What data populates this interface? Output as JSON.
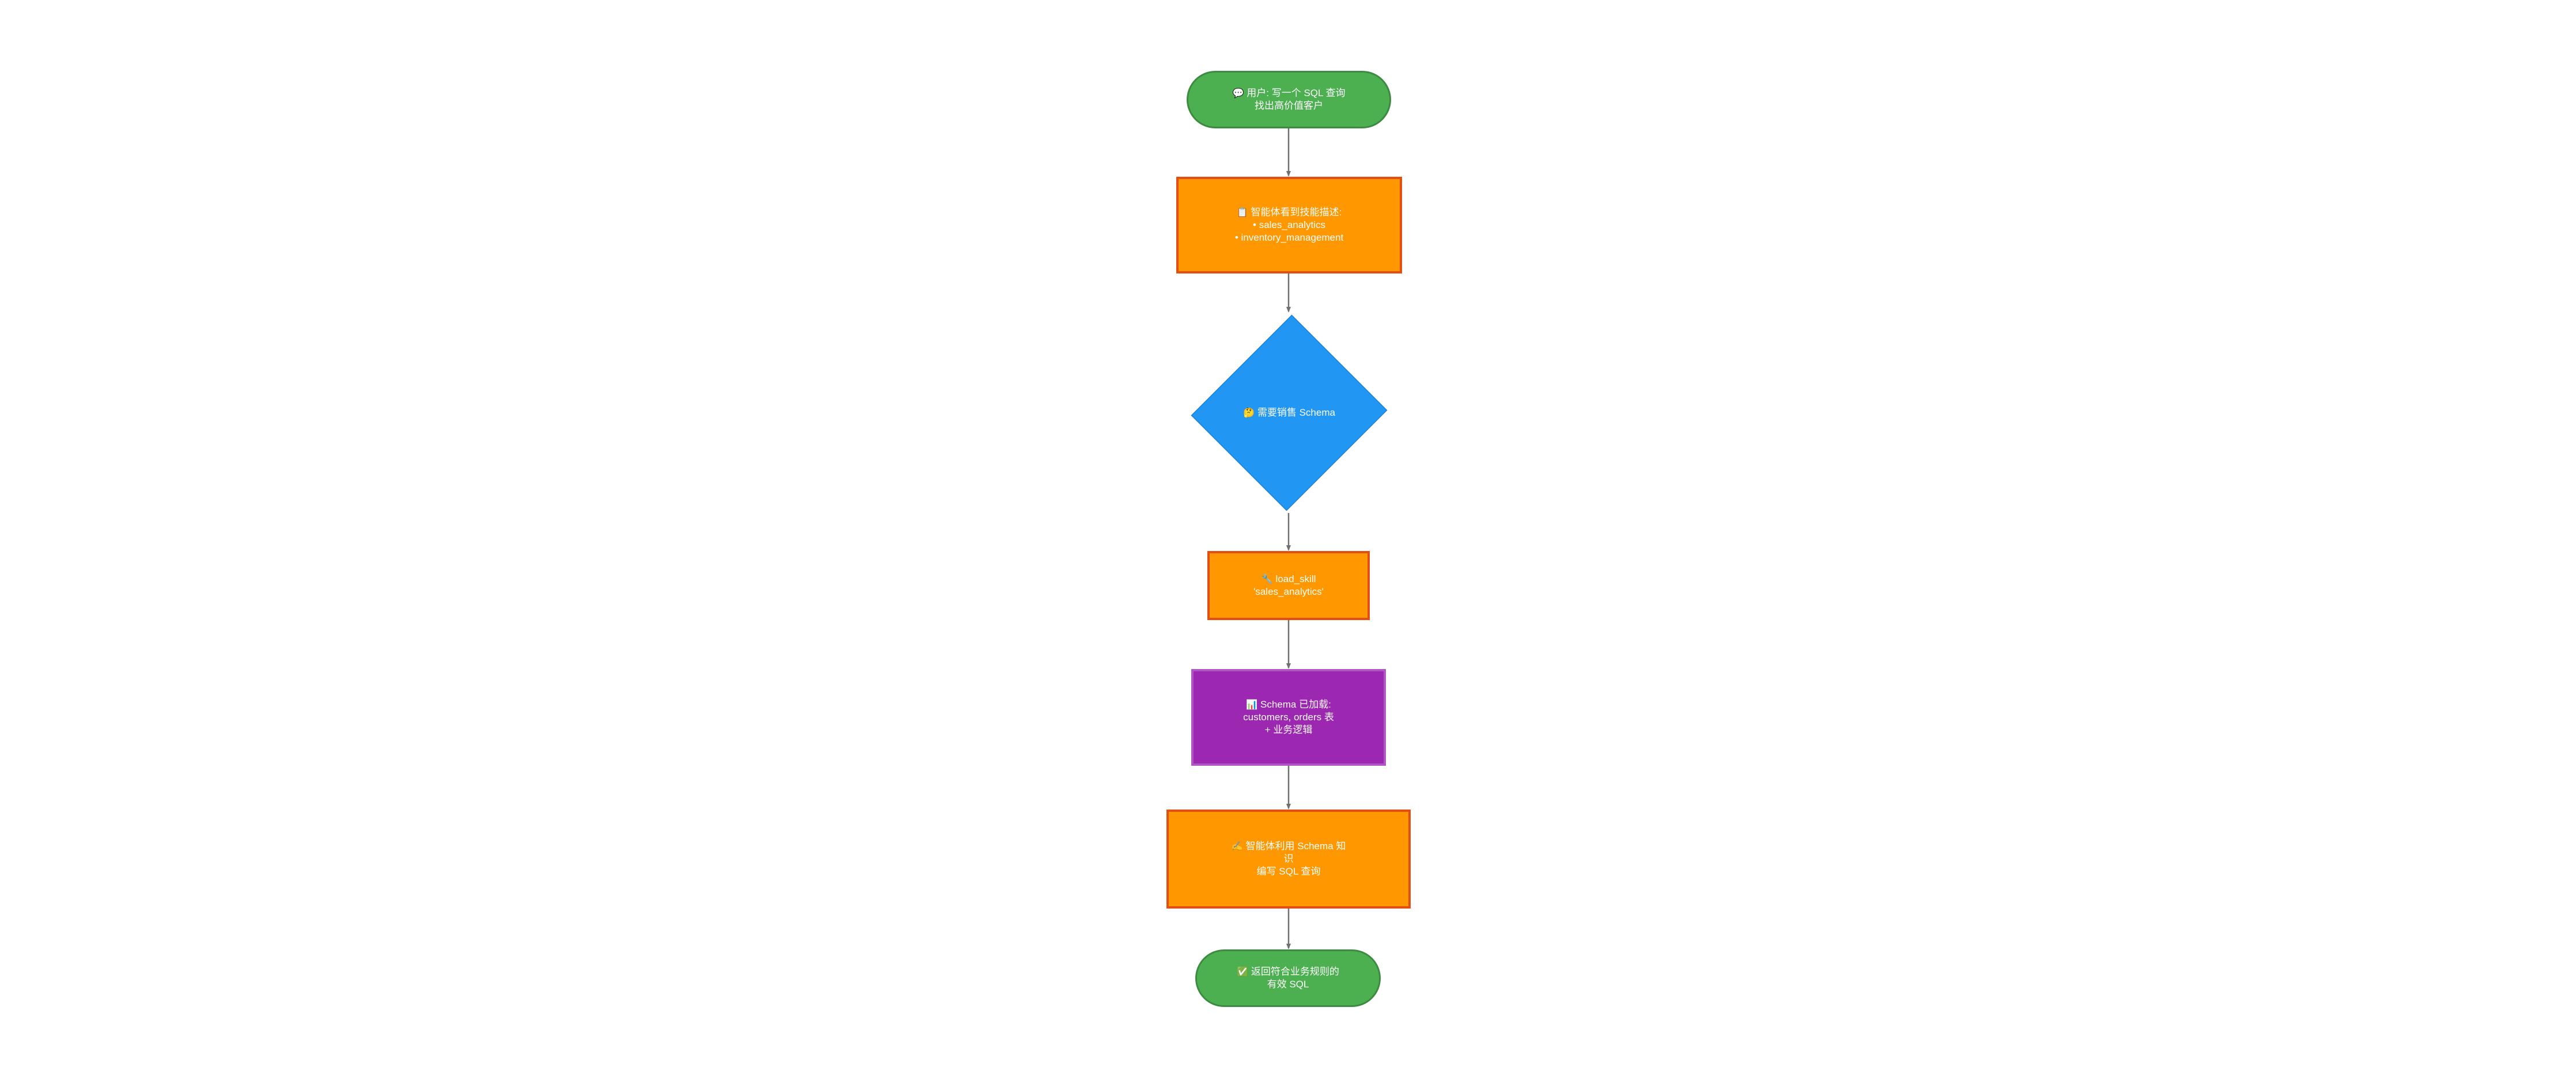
{
  "diagram": {
    "type": "flowchart",
    "orientation": "top-to-bottom",
    "background_color": "#ffffff",
    "edge_color": "#707070"
  },
  "nodes": {
    "user_request": {
      "id": "A",
      "shape": "stadium",
      "icon": "speech-balloon-icon",
      "icon_glyph": "💬",
      "text": "用户: 写一个 SQL 查询\n找出高价值客户",
      "fill": "#4caf50",
      "stroke": "#3d8b40",
      "text_color": "#ffffff"
    },
    "agent_sees_skills": {
      "id": "B",
      "shape": "rect",
      "icon": "clipboard-icon",
      "icon_glyph": "📋",
      "text": "智能体看到技能描述:\n• sales_analytics\n• inventory_management",
      "fill": "#ff9800",
      "stroke": "#e34f10",
      "text_color": "#ffffff"
    },
    "decision_need_schema": {
      "id": "C",
      "shape": "diamond",
      "icon": "thinking-face-icon",
      "icon_glyph": "🤔",
      "text": "需要销售 Schema",
      "fill": "#2196f3",
      "stroke": "#1a7fd4",
      "text_color": "#ffffff"
    },
    "load_skill": {
      "id": "D",
      "shape": "rect",
      "icon": "wrench-icon",
      "icon_glyph": "🔧",
      "text": "load_skill\n'sales_analytics'",
      "fill": "#ff9800",
      "stroke": "#e34f10",
      "text_color": "#ffffff"
    },
    "schema_loaded": {
      "id": "E",
      "shape": "rect",
      "icon": "bar-chart-icon",
      "icon_glyph": "📊",
      "text": "Schema 已加载:\ncustomers, orders 表\n+ 业务逻辑",
      "fill": "#9c27b0",
      "stroke": "#b055c4",
      "text_color": "#ffffff"
    },
    "agent_writes_sql": {
      "id": "F",
      "shape": "rect",
      "icon": "writing-hand-icon",
      "icon_glyph": "✍️",
      "text": "智能体利用 Schema 知\n识\n编写 SQL 查询",
      "fill": "#ff9800",
      "stroke": "#e34f10",
      "text_color": "#ffffff"
    },
    "return_valid_sql": {
      "id": "G",
      "shape": "stadium",
      "icon": "check-mark-button-icon",
      "icon_glyph": "✅",
      "text": "返回符合业务规则的\n有效 SQL",
      "fill": "#4caf50",
      "stroke": "#3d8b40",
      "text_color": "#ffffff"
    }
  },
  "edges": [
    {
      "from": "user_request",
      "to": "agent_sees_skills",
      "label": ""
    },
    {
      "from": "agent_sees_skills",
      "to": "decision_need_schema",
      "label": ""
    },
    {
      "from": "decision_need_schema",
      "to": "load_skill",
      "label": ""
    },
    {
      "from": "load_skill",
      "to": "schema_loaded",
      "label": ""
    },
    {
      "from": "schema_loaded",
      "to": "agent_writes_sql",
      "label": ""
    },
    {
      "from": "agent_writes_sql",
      "to": "return_valid_sql",
      "label": ""
    }
  ]
}
